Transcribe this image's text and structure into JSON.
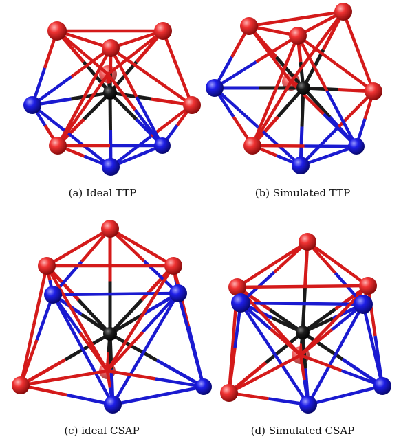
{
  "captions": {
    "a": "(a) Ideal TTP",
    "b": "(b) Simulated TTP",
    "c": "(c) ideal CSAP",
    "d": "(d) Simulated CSAP"
  },
  "colors": {
    "red_atom": "#e8292b",
    "blue_atom": "#1515d6",
    "center_atom": "#151515",
    "red_bond": "#d41a1a",
    "blue_bond": "#1a1ad0",
    "center_bond": "#1a1a1a"
  }
}
